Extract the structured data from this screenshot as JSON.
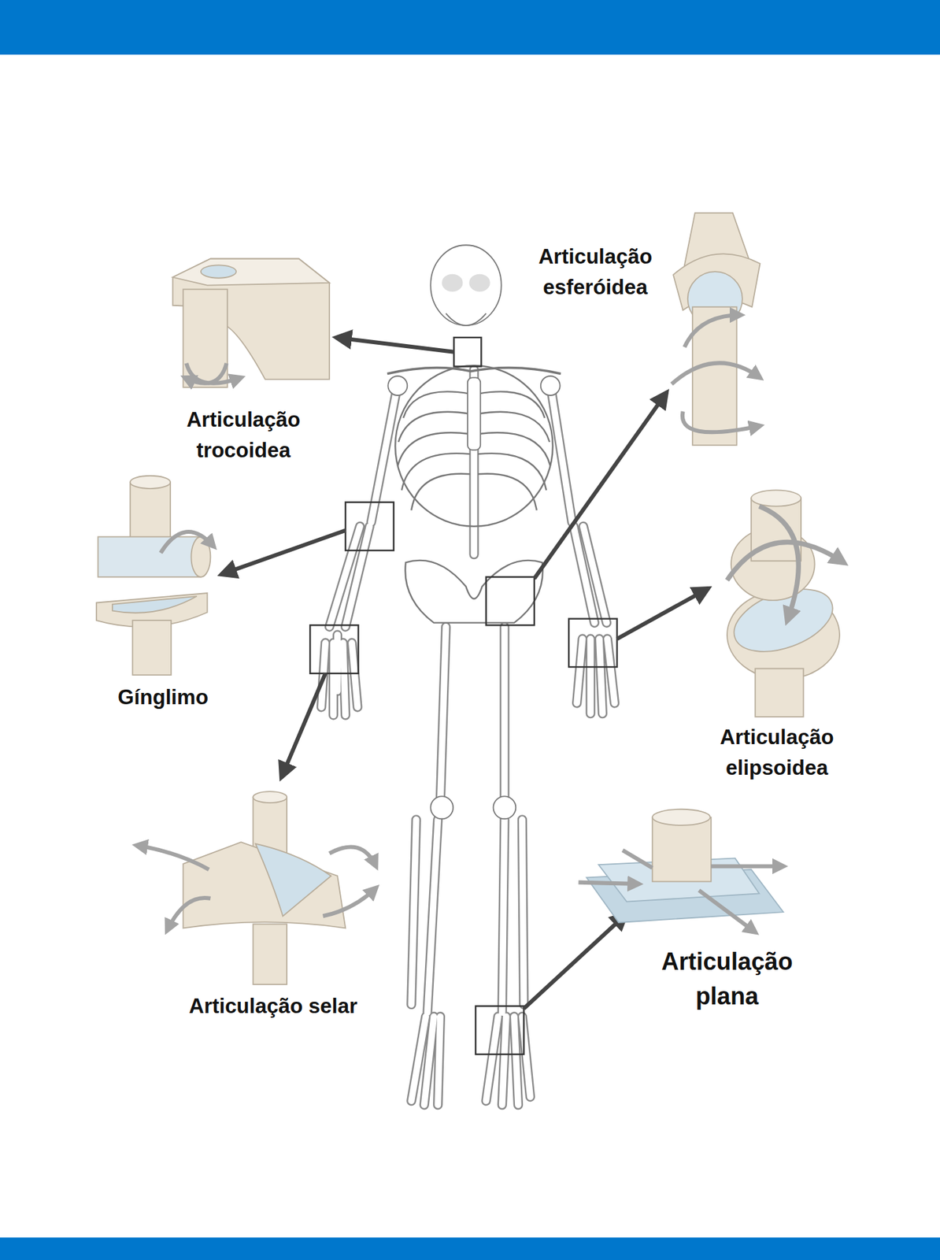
{
  "diagram": {
    "labels": [
      "Articulação trocoidea",
      "Articulação esferóidea",
      "Gínglimo",
      "Articulação elipsoidea",
      "Articulação selar",
      "Articulação plana"
    ]
  }
}
